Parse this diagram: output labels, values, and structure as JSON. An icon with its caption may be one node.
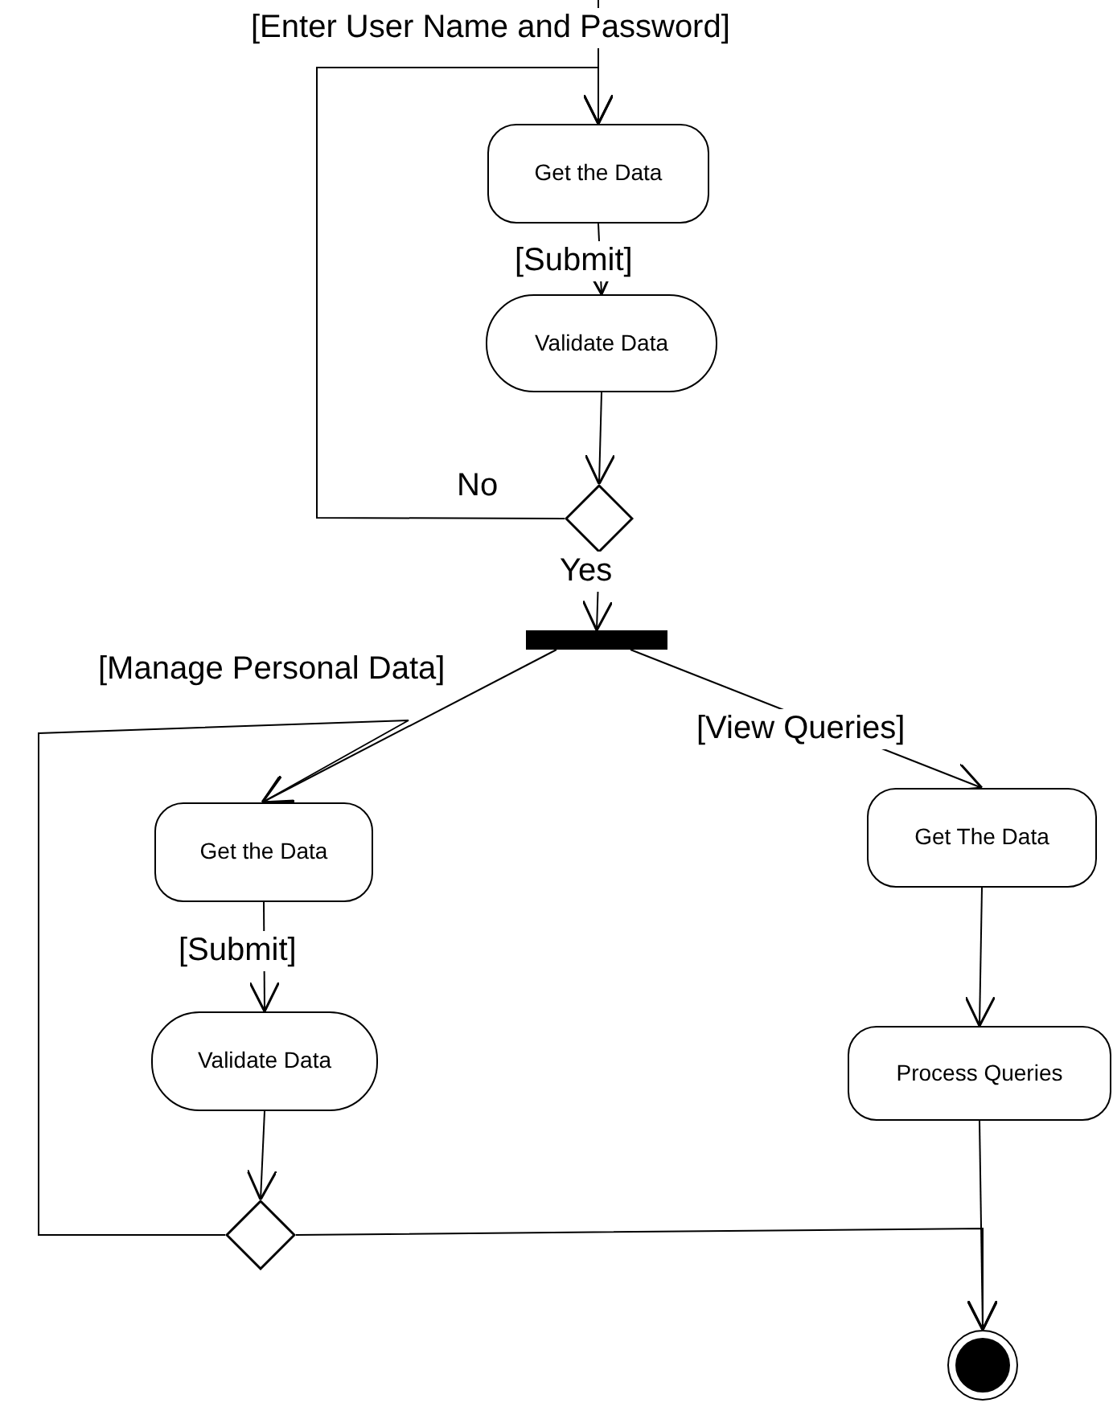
{
  "diagram": {
    "nodes": [
      {
        "text": [
          "Get the Data"
        ]
      },
      {
        "text": [
          "Validate Data"
        ]
      },
      {
        "text": [],
        "shape": "diamond"
      },
      {
        "text": [],
        "shape": "bar"
      },
      {
        "text": [
          "Get the Data"
        ]
      },
      {
        "text": [
          "Validate Data"
        ]
      },
      {
        "text": [],
        "shape": "diamond"
      },
      {
        "text": [
          "Get The Data"
        ]
      },
      {
        "text": [
          "Process Queries"
        ]
      },
      {
        "text": [],
        "shape": "circle"
      }
    ],
    "edges": [
      {
        "from": null,
        "to": 0,
        "arrow": "to",
        "label": "[Enter User Name and Password]"
      },
      {
        "from": 0,
        "to": 1,
        "arrow": "to",
        "label": "[Submit]"
      },
      {
        "from": 1,
        "to": 2,
        "arrow": "to"
      },
      {
        "from": 2,
        "to": 0,
        "arrow": "to",
        "label": "No"
      },
      {
        "from": 2,
        "to": 3,
        "arrow": "to",
        "label": "Yes"
      },
      {
        "from": 3,
        "to": 4,
        "arrow": "to",
        "label": "[Manage Personal Data]"
      },
      {
        "from": 3,
        "to": 7,
        "arrow": "to",
        "label": "[View Queries]"
      },
      {
        "from": 4,
        "to": 5,
        "arrow": "to",
        "label": "[Submit]"
      },
      {
        "from": 5,
        "to": 6,
        "arrow": "to"
      },
      {
        "from": 6,
        "to": 4,
        "arrow": "to"
      },
      {
        "from": 6,
        "to": 9,
        "arrow": "to"
      },
      {
        "from": 7,
        "to": 8,
        "arrow": "to"
      },
      {
        "from": 8,
        "to": 9,
        "arrow": "to"
      }
    ]
  }
}
